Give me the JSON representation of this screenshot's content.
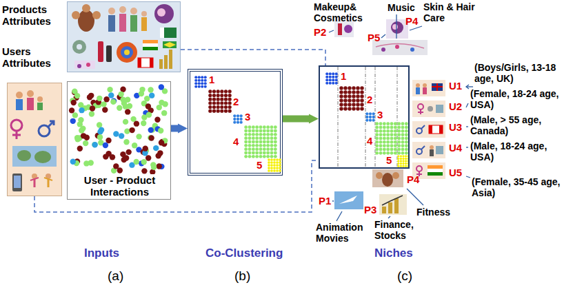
{
  "diagram": {
    "nodes": [
      {
        "text": [
          "Products Attributes"
        ]
      },
      {
        "text": [
          "Users Attributes"
        ]
      },
      {
        "text": [
          "User - Product Interactions"
        ]
      },
      {
        "text": [
          "1",
          "2",
          "3",
          "4",
          "5"
        ]
      },
      {
        "text": [
          "1",
          "2",
          "3",
          "4",
          "5"
        ]
      }
    ],
    "edges": [
      {
        "from": 2,
        "to": 3,
        "arrow": "to"
      },
      {
        "from": 3,
        "to": 4,
        "arrow": "to"
      },
      {
        "from": 0,
        "to": 4,
        "arrow": "none"
      },
      {
        "from": 1,
        "to": 4,
        "arrow": "none"
      }
    ],
    "labels": [
      "Makeup& Cosmetics",
      "Music",
      "P4",
      "Skin & Hair Care",
      "P2",
      "P5",
      "U1",
      "U2",
      "U3",
      "U4",
      "U5",
      "(Boys/Girls, 13-18 age, UK)",
      "(Female, 18-24 age, USA)",
      "(Male, > 55 age, Canada)",
      "(Male, 18-24 age, USA)",
      "(Female, 35-45 age, Asia)",
      "P1",
      "P4",
      "P3",
      "Animation Movies",
      "Finance, Stocks",
      "Fitness",
      "Inputs",
      "Co-Clustering",
      "Niches",
      "(a)",
      "(b)",
      "(c)"
    ]
  }
}
